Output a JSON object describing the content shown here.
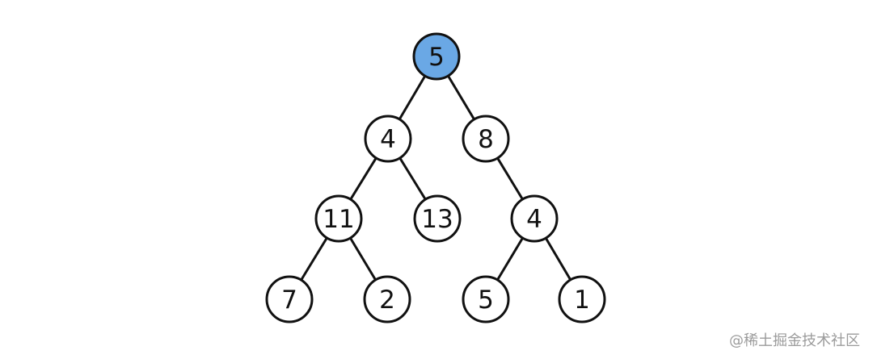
{
  "tree": {
    "highlight_color": "#6aa8e5",
    "node_fill": "#ffffff",
    "edge_color": "#111111",
    "nodes": [
      {
        "id": "root",
        "label": "5",
        "highlighted": true
      },
      {
        "id": "l1-left",
        "label": "4",
        "highlighted": false
      },
      {
        "id": "l1-right",
        "label": "8",
        "highlighted": false
      },
      {
        "id": "l2-a",
        "label": "11",
        "highlighted": false
      },
      {
        "id": "l2-b",
        "label": "13",
        "highlighted": false
      },
      {
        "id": "l2-c",
        "label": "4",
        "highlighted": false
      },
      {
        "id": "l3-a",
        "label": "7",
        "highlighted": false
      },
      {
        "id": "l3-b",
        "label": "2",
        "highlighted": false
      },
      {
        "id": "l3-c",
        "label": "5",
        "highlighted": false
      },
      {
        "id": "l3-d",
        "label": "1",
        "highlighted": false
      }
    ],
    "edges": [
      [
        "root",
        "l1-left"
      ],
      [
        "root",
        "l1-right"
      ],
      [
        "l1-left",
        "l2-a"
      ],
      [
        "l1-left",
        "l2-b"
      ],
      [
        "l1-right",
        "l2-c"
      ],
      [
        "l2-a",
        "l3-a"
      ],
      [
        "l2-a",
        "l3-b"
      ],
      [
        "l2-c",
        "l3-c"
      ],
      [
        "l2-c",
        "l3-d"
      ]
    ]
  },
  "watermark": {
    "text": "@稀土掘金技术社区"
  }
}
